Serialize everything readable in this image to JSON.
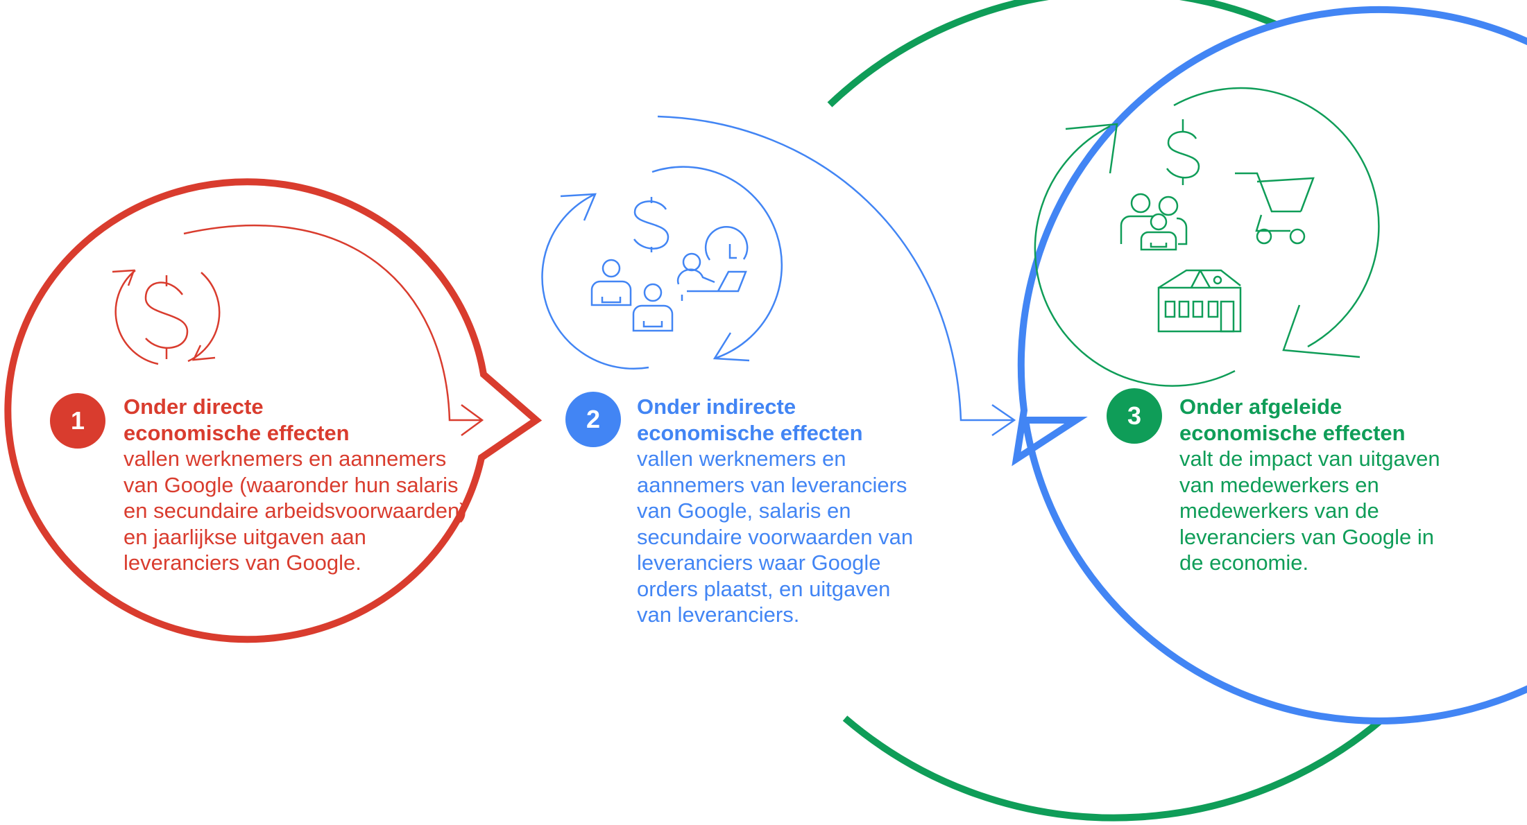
{
  "colors": {
    "red": "#d93c2e",
    "blue": "#4285f4",
    "green": "#0f9d58"
  },
  "steps": [
    {
      "number": "1",
      "title_lines": [
        "Onder directe",
        "economische effecten"
      ],
      "body_lines": [
        "vallen werknemers en aannemers",
        "van Google (waaronder hun salaris",
        "en secundaire arbeidsvoorwaarden)",
        "en jaarlijkse uitgaven aan",
        "leveranciers van Google."
      ],
      "icons": [
        "dollar-cycle-icon"
      ]
    },
    {
      "number": "2",
      "title_lines": [
        "Onder indirecte",
        "economische effecten"
      ],
      "body_lines": [
        "vallen werknemers en",
        "aannemers van leveranciers",
        "van Google, salaris en",
        "secundaire voorwaarden van",
        "leveranciers waar Google",
        "orders plaatst, en uitgaven",
        "van leveranciers."
      ],
      "icons": [
        "dollar-icon",
        "people-icon",
        "person-laptop-clock-icon"
      ]
    },
    {
      "number": "3",
      "title_lines": [
        "Onder afgeleide",
        "economische effecten"
      ],
      "body_lines": [
        "valt de impact van uitgaven",
        "van medewerkers en",
        "medewerkers van de",
        "leveranciers van Google in",
        "de economie."
      ],
      "icons": [
        "dollar-icon",
        "family-icon",
        "shopping-cart-icon",
        "house-icon"
      ]
    }
  ]
}
